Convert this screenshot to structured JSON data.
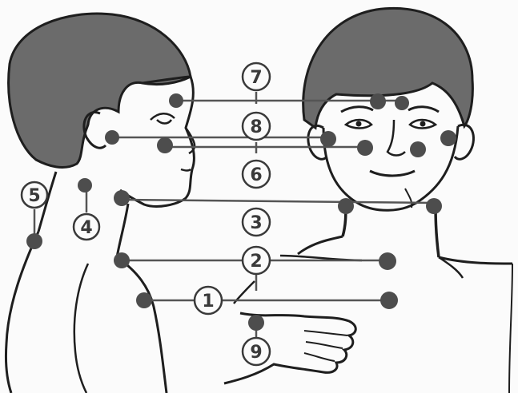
{
  "figure": {
    "labels": [
      "1",
      "2",
      "3",
      "4",
      "5",
      "6",
      "7",
      "8",
      "9"
    ]
  },
  "colors": {
    "ink": "#1e1e1e",
    "hair": "#6b6b6b",
    "point": "#4d4d4d",
    "connector": "#555555",
    "paper": "#fbfbfb"
  }
}
